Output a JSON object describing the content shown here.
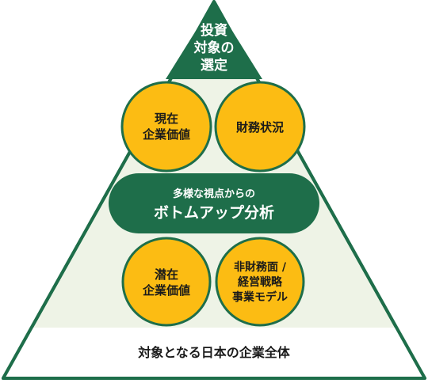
{
  "apex": {
    "lines": [
      "投資",
      "対象の",
      "選定"
    ]
  },
  "circles": {
    "current_value": {
      "lines": [
        "現在",
        "企業価値"
      ]
    },
    "financial_status": {
      "lines": [
        "財務状況"
      ]
    },
    "potential_value": {
      "lines": [
        "潜在",
        "企業価値"
      ]
    },
    "non_financial": {
      "lines": [
        "非財務面 /",
        "経営戦略",
        "事業モデル"
      ]
    }
  },
  "center_band": {
    "subtitle": "多様な視点からの",
    "title": "ボトムアップ分析"
  },
  "base": {
    "label": "対象となる日本の企業全体"
  },
  "colors": {
    "green": "#1e6e4a",
    "pale_green": "#eef3e6",
    "yellow": "#fcbc13",
    "white": "#ffffff",
    "text_dark": "#1a1a1a"
  }
}
